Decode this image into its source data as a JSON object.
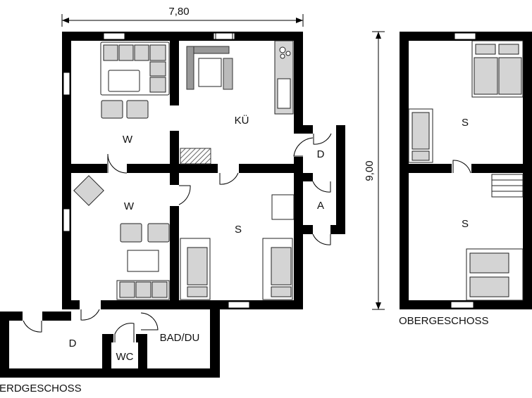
{
  "dimensions": {
    "width": "7,80",
    "height": "9,00"
  },
  "floors": [
    {
      "name": "ERDGESCHOSS",
      "rooms": [
        "W",
        "KÜ",
        "W",
        "S",
        "D",
        "A",
        "D",
        "WC",
        "BAD/DU"
      ]
    },
    {
      "name": "OBERGESCHOSS",
      "rooms": [
        "S",
        "S"
      ]
    }
  ]
}
